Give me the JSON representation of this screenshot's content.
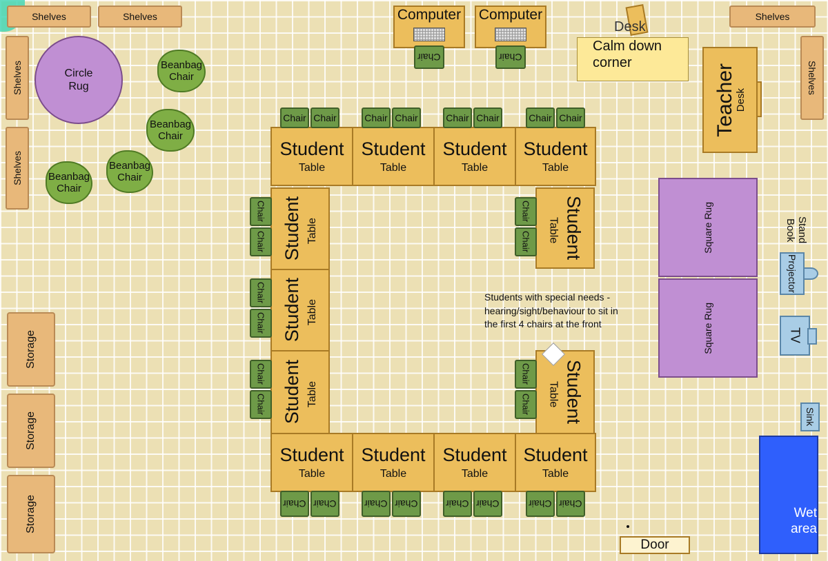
{
  "labels": {
    "shelves": "Shelves",
    "storage": "Storage",
    "circle_rug": [
      "Circle",
      "Rug"
    ],
    "beanbag": [
      "Beanbag",
      "Chair"
    ],
    "computer": "Computer",
    "chair": "Chair",
    "desk": "Desk",
    "calm": [
      "Calm down",
      "corner"
    ],
    "teacher": "Teacher",
    "teacher_desk": "Desk",
    "student": "Student",
    "table": "Table",
    "square_rug": "Square Rug",
    "book_stand": [
      "Book",
      "Stand"
    ],
    "projector": "Projector",
    "tv": "TV",
    "sink": "Sink",
    "wet_area": [
      "Wet",
      "area"
    ],
    "door": "Door",
    "note": [
      "Students with special needs -",
      "hearing/sight/behaviour to sit in",
      "the first 4 chairs at the front"
    ]
  },
  "colors": {
    "floor": "#ece0b4",
    "rug": "#c08fd3",
    "beanbag": "#7fae45",
    "table": "#ecbe5c",
    "shelf": "#e8b87a",
    "wet_area": "#2f5ffc",
    "calm_corner": "#fde998"
  }
}
